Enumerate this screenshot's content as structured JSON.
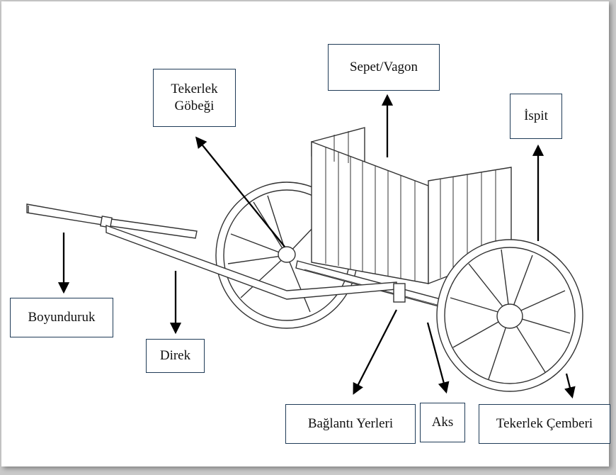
{
  "labels": {
    "tekerlek_gobegi": "Tekerlek\nGöbeği",
    "sepet_vagon": "Sepet/Vagon",
    "ispit": "İspit",
    "boyunduruk": "Boyunduruk",
    "direk": "Direk",
    "baglanti_yerleri": "Bağlantı Yerleri",
    "aks": "Aks",
    "tekerlek_cemberi": "Tekerlek Çemberi"
  },
  "colors": {
    "label_border": "#1f3b57",
    "line": "#333333",
    "arrow": "#000000",
    "background": "#ffffff"
  }
}
